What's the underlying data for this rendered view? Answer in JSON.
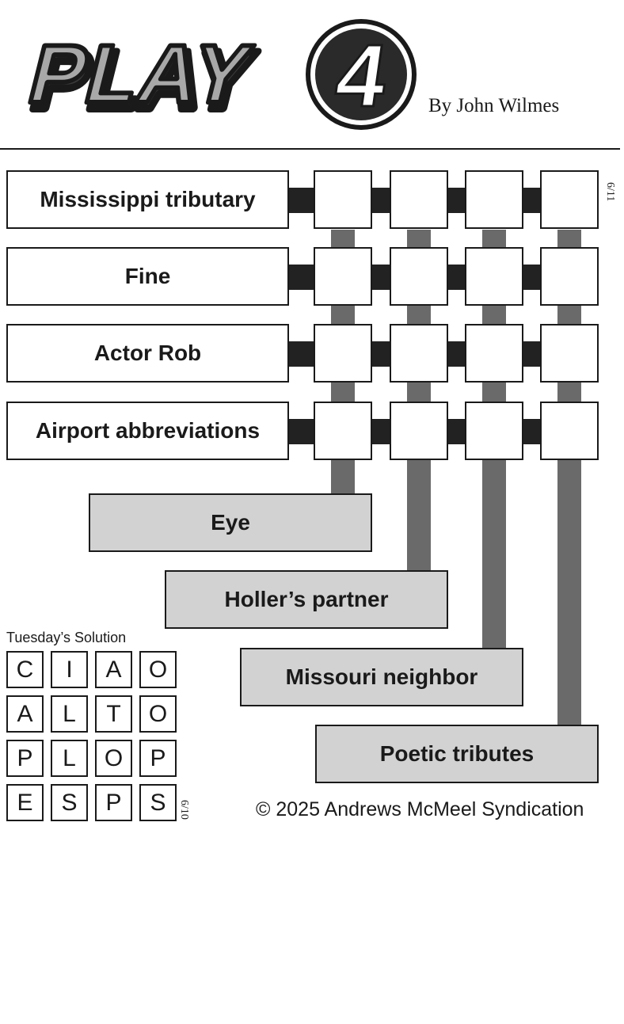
{
  "header": {
    "logo_text": "PLAY",
    "logo_number": "4",
    "byline": "By John Wilmes"
  },
  "puzzle": {
    "date": "6/11",
    "across_clues": [
      "Mississippi tributary",
      "Fine",
      "Actor Rob",
      "Airport abbreviations"
    ],
    "down_clues": [
      "Eye",
      "Holler’s partner",
      "Missouri neighbor",
      "Poetic tributes"
    ]
  },
  "solution": {
    "title": "Tuesday’s Solution",
    "date": "6/10",
    "rows": [
      [
        "C",
        "I",
        "A",
        "O"
      ],
      [
        "A",
        "L",
        "T",
        "O"
      ],
      [
        "P",
        "L",
        "O",
        "P"
      ],
      [
        "E",
        "S",
        "P",
        "S"
      ]
    ]
  },
  "footer": {
    "copyright": "© 2025 Andrews McMeel Syndication"
  },
  "colors": {
    "down_box_fill": "#d2d2d2",
    "vertical_connector": "#6a6a6a",
    "horizontal_connector": "#222222"
  }
}
